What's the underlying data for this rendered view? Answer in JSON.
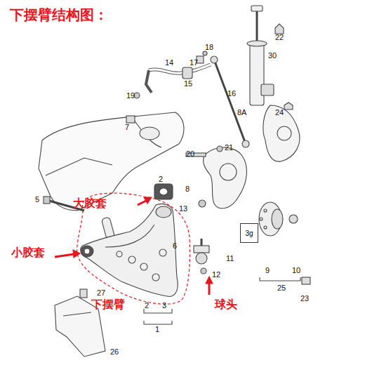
{
  "diagram": {
    "title": "下摆臂结构图：",
    "nodes": [
      {
        "text": [
          "3g"
        ]
      }
    ],
    "labels": [
      "22",
      "30",
      "18",
      "17",
      "14",
      "15",
      "16",
      "19",
      "24",
      "8A",
      "7",
      "20",
      "21",
      "2",
      "8",
      "5",
      "13",
      "6",
      "11",
      "12",
      "9",
      "10",
      "25",
      "23",
      "27",
      "2",
      "3",
      "1",
      "26",
      "大胶套",
      "小胶套",
      "下摆臂",
      "球头"
    ]
  }
}
